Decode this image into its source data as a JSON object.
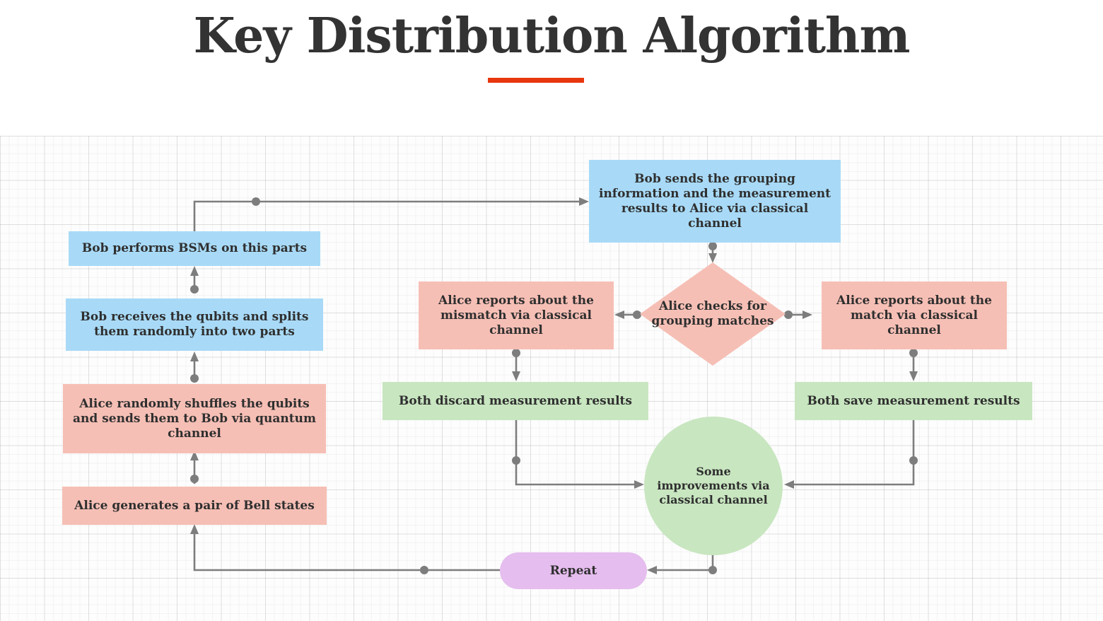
{
  "header": {
    "title": "Key Distribution Algorithm",
    "rule_color": "#e8360e",
    "title_color": "#333333"
  },
  "palette": {
    "blue": "#a8daf7",
    "pink": "#f6bfb5",
    "green": "#c8e6c0",
    "purple": "#e5bdee",
    "connector": "#7d7d7d",
    "text": "#2f2f2f",
    "canvas": "#fdfdfd"
  },
  "flowchart": {
    "nodes": [
      {
        "id": "bell-states",
        "label": "Alice generates a pair of Bell states",
        "shape": "rect",
        "color": "pink"
      },
      {
        "id": "shuffle-send",
        "label": "Alice randomly shuffles the qubits and sends them to Bob via quantum channel",
        "shape": "rect",
        "color": "pink"
      },
      {
        "id": "bob-receives",
        "label": "Bob receives the qubits and splits them randomly into two parts",
        "shape": "rect",
        "color": "blue"
      },
      {
        "id": "bob-bsm",
        "label": "Bob performs BSMs on this parts",
        "shape": "rect",
        "color": "blue"
      },
      {
        "id": "bob-sends",
        "label": "Bob sends the grouping information and the measurement results to Alice via classical channel",
        "shape": "rect",
        "color": "blue"
      },
      {
        "id": "alice-checks",
        "label": "Alice checks for grouping matches",
        "shape": "diamond",
        "color": "pink"
      },
      {
        "id": "report-mismatch",
        "label": "Alice reports about the mismatch via classical channel",
        "shape": "rect",
        "color": "pink"
      },
      {
        "id": "report-match",
        "label": "Alice reports about the match via classical channel",
        "shape": "rect",
        "color": "pink"
      },
      {
        "id": "discard",
        "label": "Both discard measurement results",
        "shape": "rect",
        "color": "green"
      },
      {
        "id": "save",
        "label": "Both save measurement results",
        "shape": "rect",
        "color": "green"
      },
      {
        "id": "improvements",
        "label": "Some improvements via classical channel",
        "shape": "circle",
        "color": "green"
      },
      {
        "id": "repeat",
        "label": "Repeat",
        "shape": "pill",
        "color": "purple"
      }
    ],
    "edges": [
      {
        "from": "bell-states",
        "to": "shuffle-send"
      },
      {
        "from": "shuffle-send",
        "to": "bob-receives"
      },
      {
        "from": "bob-receives",
        "to": "bob-bsm"
      },
      {
        "from": "bob-bsm",
        "to": "bob-sends"
      },
      {
        "from": "bob-sends",
        "to": "alice-checks"
      },
      {
        "from": "alice-checks",
        "to": "report-mismatch"
      },
      {
        "from": "alice-checks",
        "to": "report-match"
      },
      {
        "from": "report-mismatch",
        "to": "discard"
      },
      {
        "from": "report-match",
        "to": "save"
      },
      {
        "from": "discard",
        "to": "improvements"
      },
      {
        "from": "save",
        "to": "improvements"
      },
      {
        "from": "improvements",
        "to": "repeat"
      },
      {
        "from": "repeat",
        "to": "bell-states"
      }
    ]
  }
}
